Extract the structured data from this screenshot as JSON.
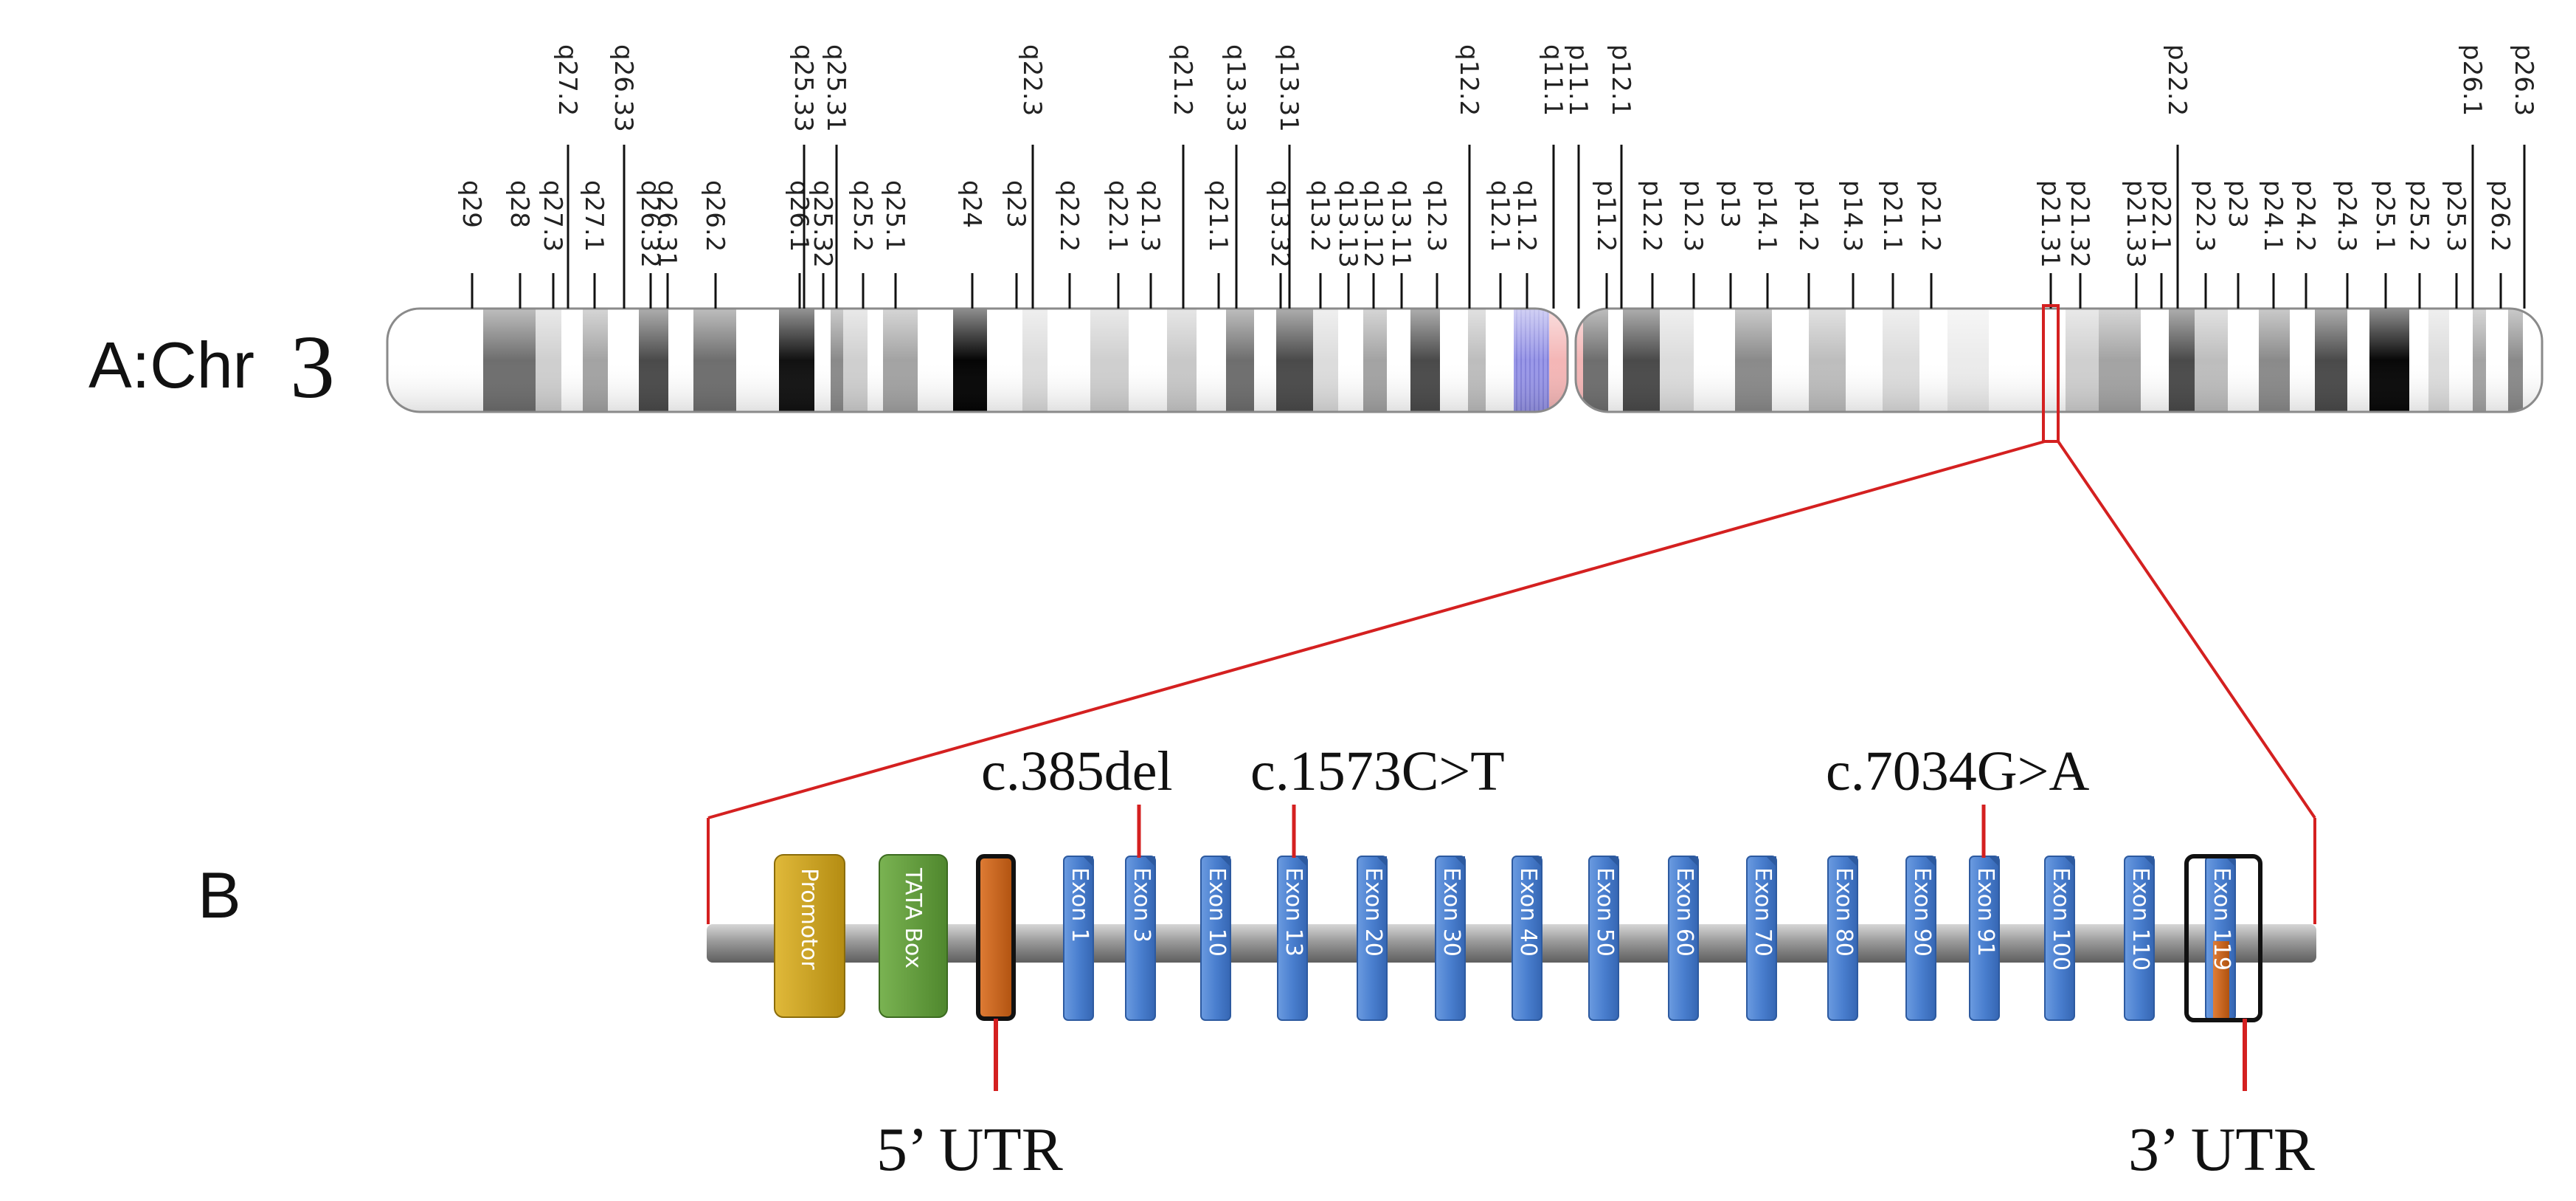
{
  "panel_a": {
    "label": "A:Chr",
    "chromosome_number": "3",
    "tick_labels": [
      "q29",
      "q28",
      "q27.3",
      "q27.2",
      "q27.1",
      "q26.33",
      "q26.32",
      "q26.31",
      "q26.2",
      "q26.1",
      "q25.33",
      "q25.32",
      "q25.31",
      "q25.2",
      "q25.1",
      "q24",
      "q23",
      "q22.3",
      "q22.2",
      "q22.1",
      "q21.3",
      "q21.2",
      "q21.1",
      "q13.33",
      "q13.32",
      "q13.31",
      "q13.2",
      "q13.13",
      "q13.12",
      "q13.11",
      "q12.3",
      "q12.2",
      "q12.1",
      "q11.2",
      "q11.1",
      "p11.1",
      "p11.2",
      "p12.1",
      "p12.2",
      "p12.3",
      "p13",
      "p14.1",
      "p14.2",
      "p14.3",
      "p21.1",
      "p21.2",
      "p21.31",
      "p21.32",
      "p21.33",
      "p22.1",
      "p22.2",
      "p22.3",
      "p23",
      "p24.1",
      "p24.2",
      "p24.3",
      "p25.1",
      "p25.2",
      "p25.3",
      "p26.1",
      "p26.2",
      "p26.3"
    ]
  },
  "panel_b": {
    "label": "B",
    "boxes": {
      "promotor": "Promotor",
      "tata_box": "TATA Box",
      "exons": [
        "Exon 1",
        "Exon 3",
        "Exon 10",
        "Exon 13",
        "Exon 20",
        "Exon 30",
        "Exon 40",
        "Exon 50",
        "Exon 60",
        "Exon 70",
        "Exon 80",
        "Exon 90",
        "Exon 91",
        "Exon 100",
        "Exon 110",
        "Exon 119"
      ]
    },
    "mutations": [
      "c.385del",
      "c.1573C>T",
      "c.7034G>A"
    ],
    "utr5_label": "5’ UTR",
    "utr3_label": "3’ UTR"
  },
  "colors": {
    "mutation_line": "#d42020",
    "exon_fill": "#4a7fcf",
    "promotor_fill": "#c9a21a",
    "tata_fill": "#5f9a3a",
    "utr_fill": "#c8631d",
    "centromere_q": "#9a98e8",
    "centromere_p": "#f4b6b6"
  }
}
